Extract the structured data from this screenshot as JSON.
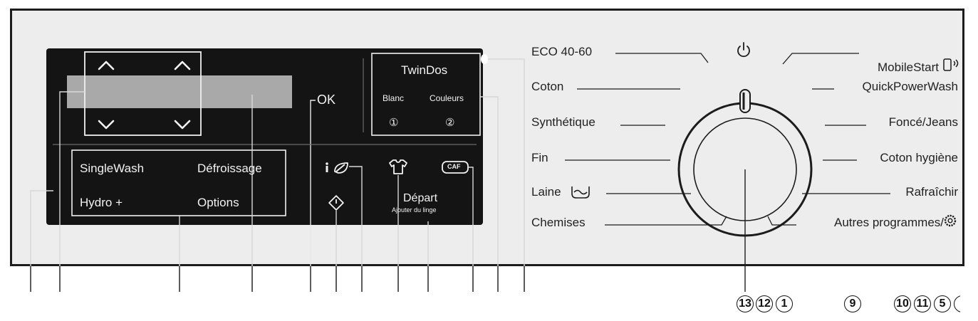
{
  "display": {
    "twindos_title": "TwinDos",
    "twindos_blanc": "Blanc",
    "twindos_couleurs": "Couleurs",
    "twindos_num1": "①",
    "twindos_num2": "②",
    "ok_label": "OK",
    "singlewash": "SingleWash",
    "defroissage": "Défroissage",
    "hydro": "Hydro +",
    "options": "Options",
    "depart": "Départ",
    "ajouter": "Ajouter du linge",
    "caf_label": "CAF"
  },
  "programs_left": [
    "ECO 40-60",
    "Coton",
    "Synthétique",
    "Fin",
    "Laine",
    "Chemises"
  ],
  "programs_right": [
    "MobileStart",
    "QuickPowerWash",
    "Foncé/Jeans",
    "Coton hygiène",
    "Rafraîchir",
    "Autres programmes/"
  ],
  "callouts": [
    "13",
    "12",
    "1",
    "9",
    "10",
    "11",
    "5"
  ],
  "colors": {
    "panel": "#ededed",
    "display": "#141414",
    "screen": "#a9a9a9",
    "line": "#1c1c1c"
  }
}
